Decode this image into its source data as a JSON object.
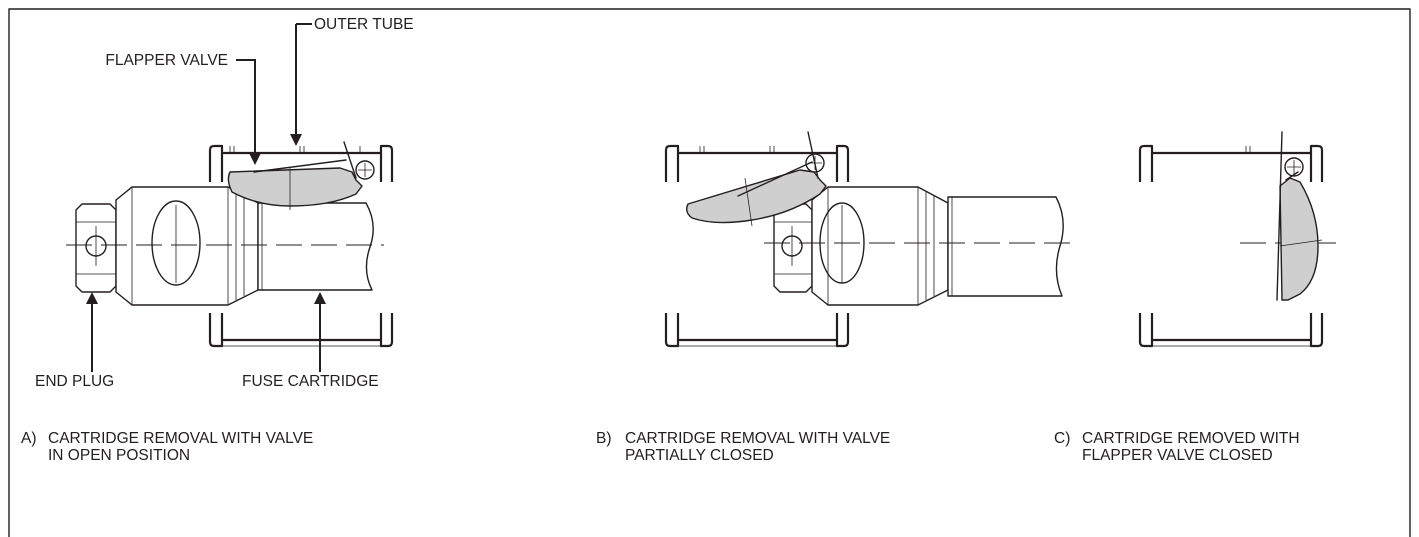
{
  "labels": {
    "outer_tube": "OUTER TUBE",
    "flapper_valve": "FLAPPER VALVE",
    "end_plug": "END PLUG",
    "fuse_cartridge": "FUSE CARTRIDGE"
  },
  "captions": {
    "a": {
      "letter": "A)",
      "line1": "CARTRIDGE REMOVAL WITH VALVE",
      "line2": "IN OPEN POSITION"
    },
    "b": {
      "letter": "B)",
      "line1": "CARTRIDGE REMOVAL WITH VALVE",
      "line2": "PARTIALLY CLOSED"
    },
    "c": {
      "letter": "C)",
      "line1": "CARTRIDGE REMOVED WITH",
      "line2": "FLAPPER VALVE CLOSED"
    }
  },
  "colors": {
    "line": "#231f20",
    "valve_fill": "#cfcfcf",
    "background": "#ffffff"
  }
}
